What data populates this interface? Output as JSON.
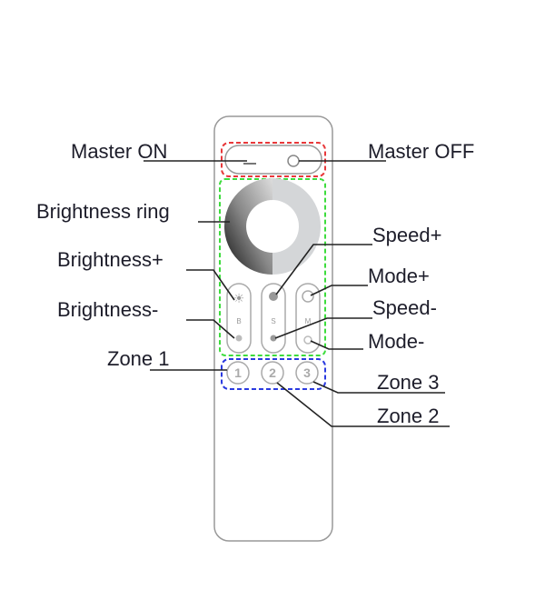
{
  "labels": {
    "master_on": "Master ON",
    "master_off": "Master OFF",
    "brightness_ring": "Brightness ring",
    "brightness_plus": "Brightness+",
    "brightness_minus": "Brightness-",
    "zone1": "Zone 1",
    "speed_plus": "Speed+",
    "mode_plus": "Mode+",
    "speed_minus": "Speed-",
    "mode_minus": "Mode-",
    "zone3": "Zone 3",
    "zone2": "Zone 2"
  },
  "remote": {
    "b_key": "B",
    "s_key": "S",
    "m_key": "M",
    "zone_buttons": [
      "1",
      "2",
      "3"
    ]
  },
  "colors": {
    "power_group": "#e8383a",
    "control_group": "#3ddc3d",
    "zone_group": "#2a3ae0"
  }
}
